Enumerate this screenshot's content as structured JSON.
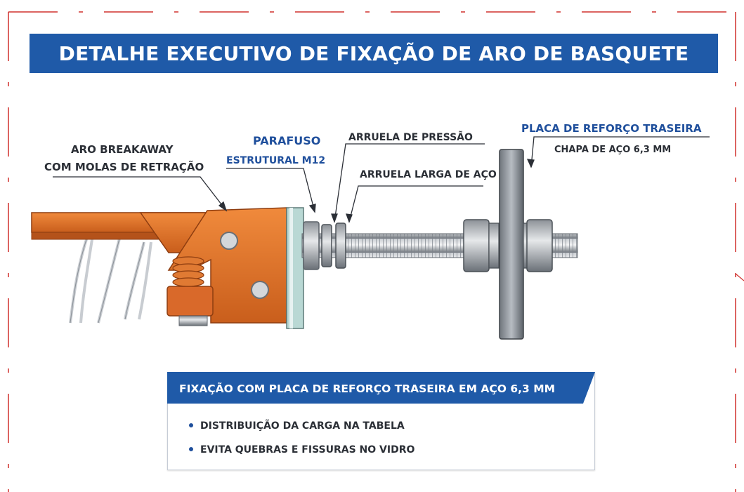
{
  "title": "DETALHE EXECUTIVO DE FIXAÇÃO DE ARO DE BASQUETE",
  "colors": {
    "banner": "#1f5aa8",
    "accent_blue": "#1f4f9c",
    "hoop_orange": "#e8742a",
    "steel": "#9aa0a6",
    "frame_red": "#d0312d"
  },
  "labels": {
    "aro_line1": "ARO BREAKAWAY",
    "aro_line2": "COM MOLAS DE RETRAÇÃO",
    "parafuso_line1": "PARAFUSO",
    "parafuso_line2": "ESTRUTURAL M12",
    "arruela_pressao": "ARRUELA DE PRESSÃO",
    "arruela_larga": "ARRUELA LARGA DE AÇO",
    "placa_title": "PLACA DE REFORÇO TRASEIRA",
    "placa_sub": "CHAPA DE AÇO 6,3 MM"
  },
  "note": {
    "heading": "FIXAÇÃO COM PLACA DE REFORÇO TRASEIRA EM AÇO 6,3 MM",
    "items": [
      "DISTRIBUIÇÃO DA CARGA NA TABELA",
      "EVITA QUEBRAS E FISSURAS NO VIDRO"
    ]
  }
}
